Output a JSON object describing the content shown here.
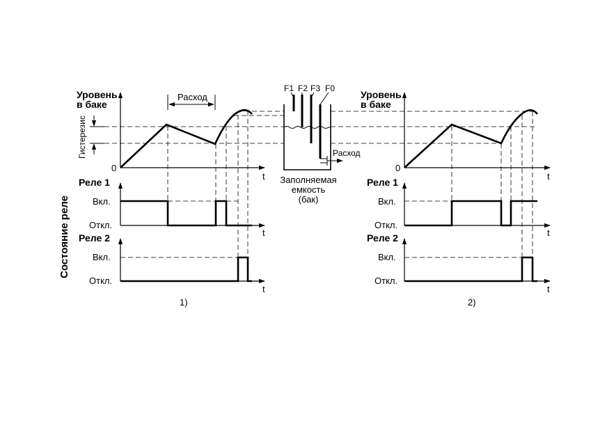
{
  "left": {
    "level_title_1": "Уровень",
    "level_title_2": "в баке",
    "origin": "0",
    "t": "t",
    "hysteresis": "Гистерезис",
    "consumption": "Расход",
    "relay1": "Реле 1",
    "relay2": "Реле 2",
    "on": "Вкл.",
    "off": "Откл.",
    "caption": "1)"
  },
  "right": {
    "level_title_1": "Уровень",
    "level_title_2": "в баке",
    "origin": "0",
    "t": "t",
    "relay1": "Реле 1",
    "relay2": "Реле 2",
    "on": "Вкл.",
    "off": "Откл.",
    "caption": "2)"
  },
  "tank": {
    "f1": "F1",
    "f2": "F2",
    "f3": "F3",
    "f0": "F0",
    "outflow": "Расход",
    "name_1": "Заполняемая",
    "name_2": "емкость",
    "name_3": "(бак)"
  },
  "relay_state": "Состояние реле"
}
